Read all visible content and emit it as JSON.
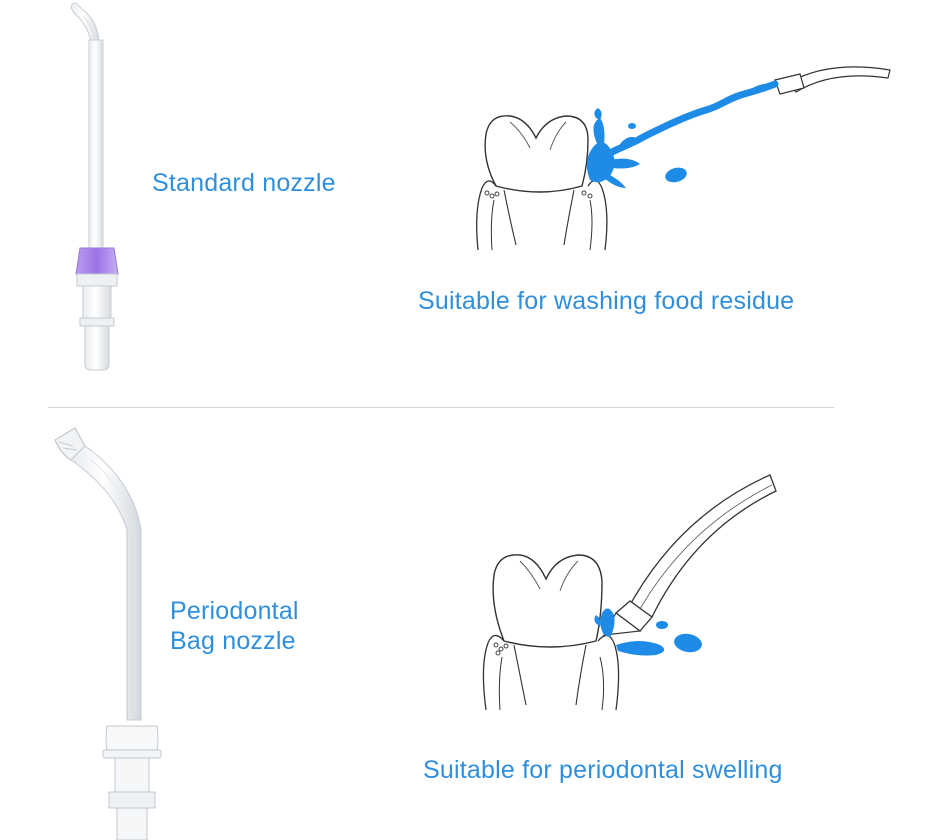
{
  "sections": [
    {
      "nozzle_label": "Standard nozzle",
      "usage_caption": "Suitable for washing food residue"
    },
    {
      "nozzle_label_line1": "Periodontal",
      "nozzle_label_line2": "Bag nozzle",
      "usage_caption": "Suitable for periodontal swelling"
    }
  ],
  "colors": {
    "text_blue": "#2f8fdd",
    "water_blue": "#1e8be6",
    "ring_purple": "#a07ae0",
    "divider": "#d4d4d4"
  }
}
